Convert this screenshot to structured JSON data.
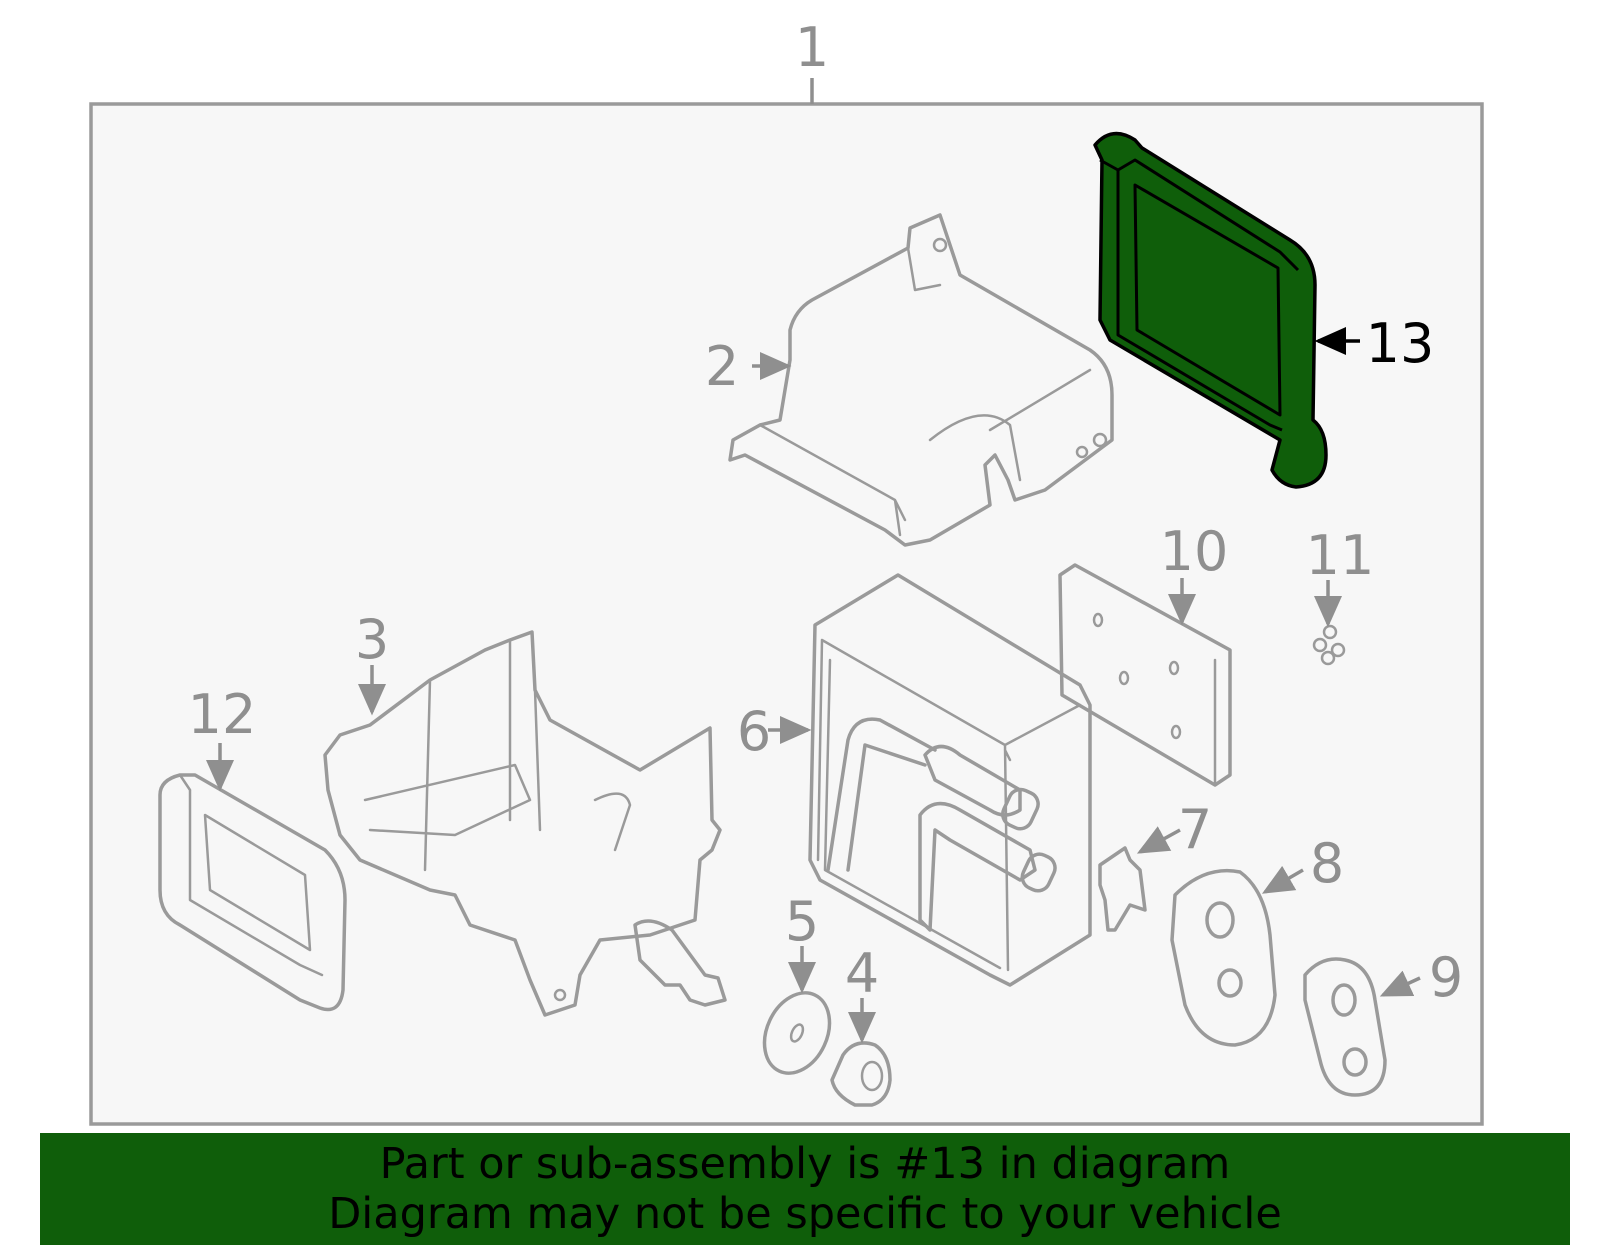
{
  "colors": {
    "highlight": "#0f5e0a",
    "outline": "#9a9a9a",
    "label": "#8f8f8f",
    "highlight_label": "#000000",
    "banner_bg": "#0f5e0a"
  },
  "diagram": {
    "callouts": [
      {
        "id": "1",
        "text": "1"
      },
      {
        "id": "2",
        "text": "2"
      },
      {
        "id": "3",
        "text": "3"
      },
      {
        "id": "4",
        "text": "4"
      },
      {
        "id": "5",
        "text": "5"
      },
      {
        "id": "6",
        "text": "6"
      },
      {
        "id": "7",
        "text": "7"
      },
      {
        "id": "8",
        "text": "8"
      },
      {
        "id": "9",
        "text": "9"
      },
      {
        "id": "10",
        "text": "10"
      },
      {
        "id": "11",
        "text": "11"
      },
      {
        "id": "12",
        "text": "12"
      },
      {
        "id": "13",
        "text": "13"
      }
    ],
    "highlighted_part": "13"
  },
  "banner": {
    "line1": "Part or sub-assembly is #13 in diagram",
    "line2": "Diagram may not be specific to your vehicle"
  }
}
